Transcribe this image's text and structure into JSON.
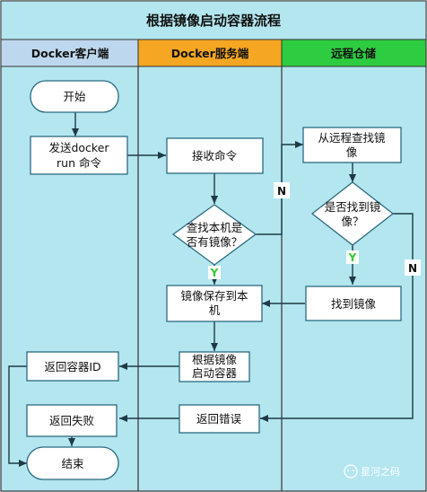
{
  "title": "根据镜像启动容器流程",
  "lanes": {
    "client": "Docker客户端",
    "server": "Docker服务端",
    "repo": "远程仓储"
  },
  "nodes": {
    "start": "开始",
    "send_cmd": [
      "发送docker",
      "run 命令"
    ],
    "receive_cmd": "接收命令",
    "check_local": [
      "查找本机是",
      "否有镜像？"
    ],
    "search_remote": [
      "从远程查找镜",
      "像"
    ],
    "found_remote": [
      "是否找到镜",
      "像？"
    ],
    "image_found": "找到镜像",
    "save_local": [
      "镜像保存到本",
      "机"
    ],
    "start_container": [
      "根据镜像",
      "启动容器"
    ],
    "return_id": "返回容器ID",
    "return_error": "返回错误",
    "return_fail": "返回失败",
    "end": "结束"
  },
  "edge_labels": {
    "no_local": "N",
    "yes_local": "Y",
    "yes_remote": "Y",
    "no_remote": "N"
  },
  "watermark": "星河之码",
  "colors": {
    "lane_bg": "#b3e6ef",
    "client_header": "#bdd7ee",
    "server_header": "#f5a623",
    "repo_header": "#2ecc40",
    "node_stroke": "#2b6a80",
    "yes_color": "#33cc33"
  }
}
